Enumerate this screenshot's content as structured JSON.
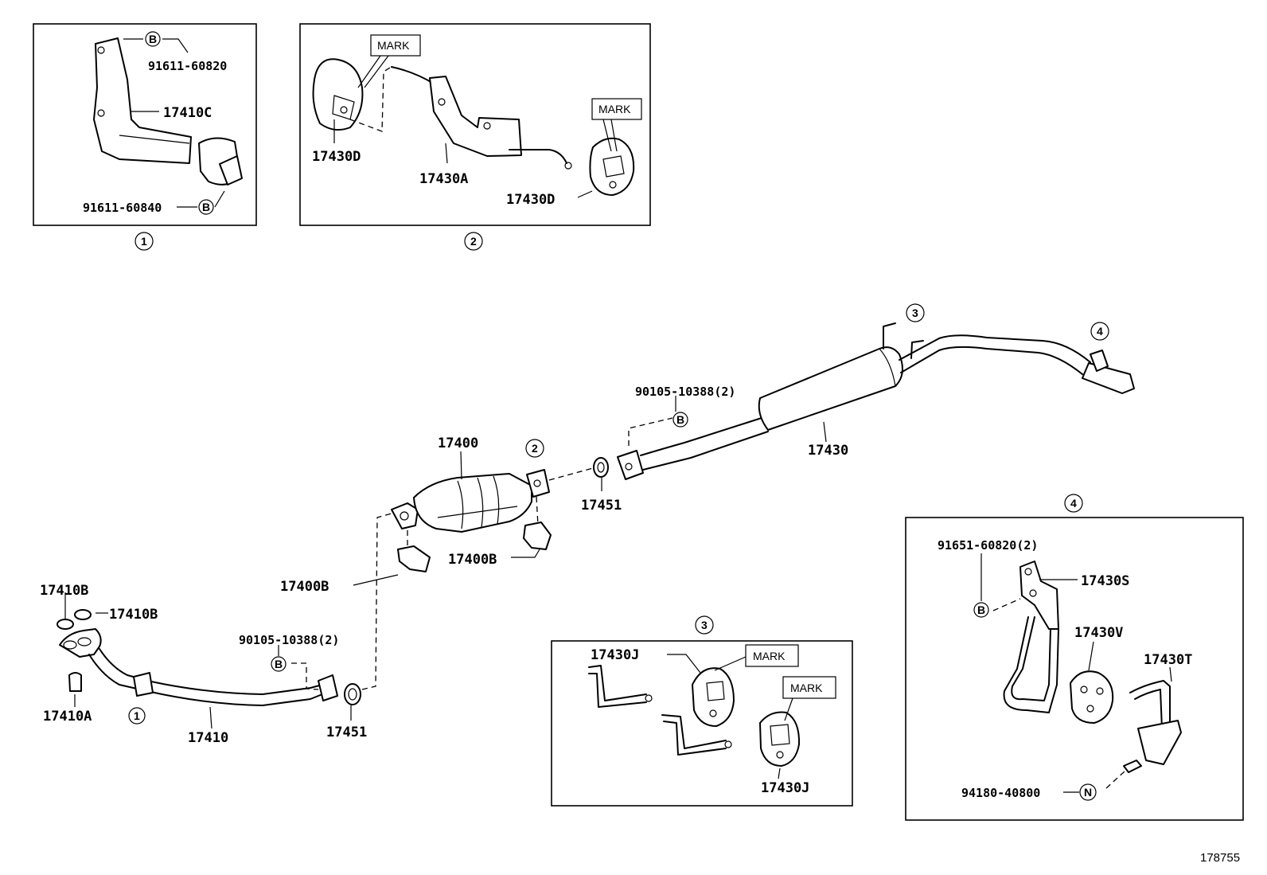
{
  "inset_1": {
    "index": "1",
    "labels": {
      "p91611_60820": "91611-60820",
      "p17410c": "17410C",
      "p91611_60840": "91611-60840"
    },
    "callout_b_top": "B",
    "callout_b_bottom": "B"
  },
  "inset_2": {
    "index": "2",
    "labels": {
      "p17430d_left": "17430D",
      "p17430a": "17430A",
      "p17430d_right": "17430D",
      "mark_left": "MARK",
      "mark_right": "MARK"
    }
  },
  "inset_3": {
    "index": "3",
    "labels": {
      "p17430j_top": "17430J",
      "p17430j_bottom": "17430J",
      "mark_top": "MARK",
      "mark_bottom": "MARK"
    }
  },
  "inset_4": {
    "index": "4",
    "labels": {
      "p91651_60820": "91651-60820(2)",
      "p17430s": "17430S",
      "p17430v": "17430V",
      "p17430t": "17430T",
      "p94180_40800": "94180-40800"
    },
    "callout_b": "B",
    "callout_n": "N"
  },
  "main": {
    "labels": {
      "p17400": "17400",
      "p17400b_right": "17400B",
      "p17400b_left": "17400B",
      "p17451_upper": "17451",
      "p17451_lower": "17451",
      "p17430": "17430",
      "p90105_upper": "90105-10388(2)",
      "p90105_lower": "90105-10388(2)",
      "p17410b_a": "17410B",
      "p17410b_b": "17410B",
      "p17410a": "17410A",
      "p17410": "17410"
    },
    "callouts": {
      "c1": "1",
      "c2": "2",
      "c3": "3",
      "c4": "4",
      "b_upper": "B",
      "b_lower": "B"
    }
  },
  "doc_number": "178755"
}
